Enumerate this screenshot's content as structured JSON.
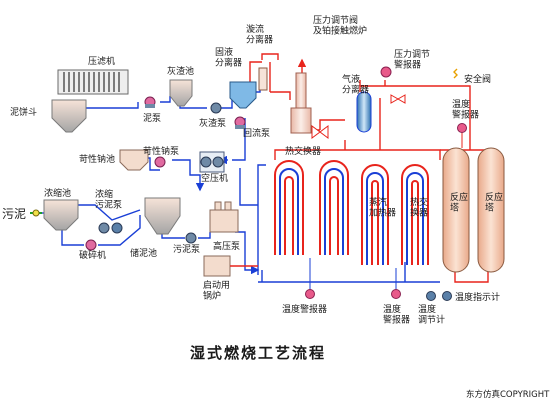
{
  "title": "湿式燃烧工艺流程",
  "copyright": "东方仿真COPYRIGHT",
  "colors": {
    "hot": "#e8241c",
    "cold": "#1a3fd6",
    "tank_top": "#f2dcd0",
    "tank_bottom": "#a9a9a9",
    "reactor": "#f4c9ae",
    "coil_red": "#e8241c",
    "coil_blue": "#1a3fd6",
    "pump": "#5a7fa8",
    "arrow_green": "#1aa02a"
  },
  "labels": {
    "filter_press": "压滤机",
    "cake_hopper": "泥饼斗",
    "mud_pump": "泥泵",
    "ash_pool": "灰渣池",
    "ash_pump": "灰渣泵",
    "sl_sep": "固液\n分离器",
    "vortex_sep": "漩流\n分离器",
    "pressure_valve": "压力调节阀\n及铂接触燃炉",
    "pressure_alarm": "压力调节\n警报器",
    "safety_valve": "安全阀",
    "gl_sep": "气液\n分离器",
    "caustic_pool": "苛性钠池",
    "caustic_pump": "苛性钠泵",
    "return_pump": "回流泵",
    "compressor": "空压机",
    "hex1": "热交换器",
    "temp_alarm_top": "温度\n警报器",
    "thick_pool": "浓缩池",
    "thick_pump": "浓缩\n污泥泵",
    "sludge": "污泥",
    "crusher": "破碎机",
    "storage": "储泥池",
    "sludge_pump": "污泥泵",
    "hp_pump": "高压泵",
    "boiler": "启动用\n锅炉",
    "steam_heater": "蒸汽\n加热器",
    "hex2": "热交\n换器",
    "reactor1": "反应\n塔",
    "reactor2": "反应\n塔",
    "temp_alarm_bottom": "温度警报器",
    "temp_alarm_mid": "温度\n警报器",
    "temp_regulator": "温度\n调节计",
    "temp_indicator": "温度指示计"
  }
}
